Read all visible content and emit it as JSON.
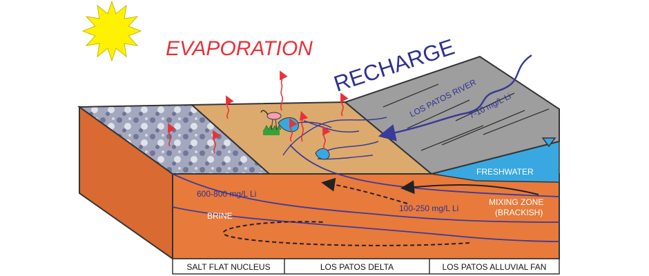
{
  "title_evaporation": "EVAPORATION",
  "title_recharge": "RECHARGE",
  "river_label": "LOS PATOS RIVER",
  "river_li": "7-10 mg/L Li",
  "freshwater": "FRESHWATER",
  "brine_li": "600-800 mg/L Li",
  "brine": "BRINE",
  "mixing_li": "100-250 mg/L Li",
  "mixing_zone": "MIXING ZONE",
  "brackish": "(BRACKISH)",
  "zones": [
    "SALT FLAT NUCLEUS",
    "LOS PATOS DELTA",
    "LOS PATOS ALLUVIAL FAN"
  ],
  "colors": {
    "sun": "#fff200",
    "evaporation_text": "#e8313a",
    "recharge_text": "#2e3192",
    "crust_top": "#9aa0b8",
    "delta_top": "#dcaa6c",
    "fan_top": "#9e9e9e",
    "front_face": "#e87a3c",
    "side_face": "#d86a32",
    "water": "#39a8e0",
    "flamingo": "#f2a0b8",
    "vegetation": "#3aa03a"
  }
}
